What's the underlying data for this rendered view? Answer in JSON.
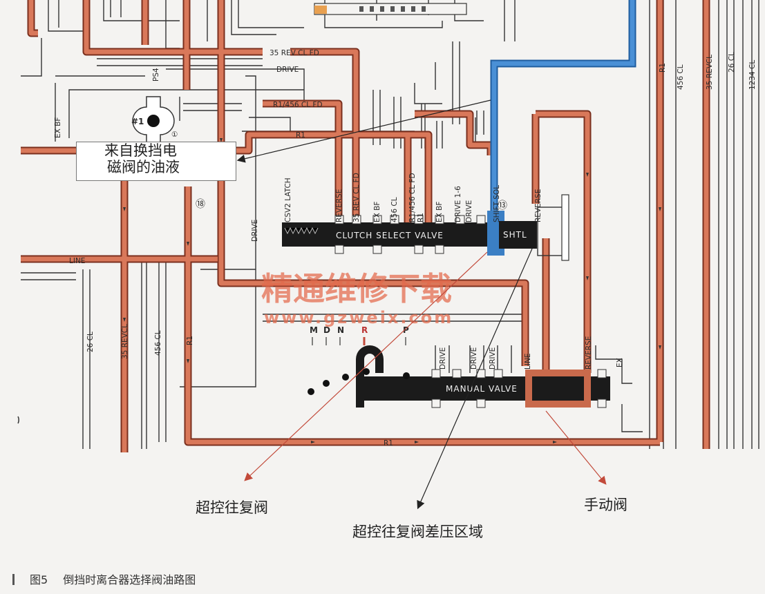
{
  "colors": {
    "pipe": "#c96a4c",
    "pipe_dark": "#7a2f1e",
    "blue": "#3b7fc4",
    "valve": "#1b1b1b",
    "wire": "#333333",
    "watermark": "#e46a4c",
    "leader_red": "#c24a3a",
    "leader_dark": "#222222"
  },
  "callout": {
    "line1": "来自换挡电",
    "line2": "磁阀的油液"
  },
  "top_labels": {
    "rev_cl_fd": "35 REV CL FD",
    "drive": "DRIVE",
    "r1_456": "R1/456 CL FD",
    "r1": "R1",
    "ps4": "PS4",
    "ex_bf": "EX BF",
    "check_ball": "#1",
    "ring_a": "①",
    "ring_b": "⑱"
  },
  "valve_ports": [
    "CSV2 LATCH",
    "REVERSE",
    "35 REV CL FD",
    "EX BF",
    "456 CL",
    "R1/456 CL FD",
    "R1",
    "EX BF",
    "DRIVE 1-6",
    "DRIVE",
    "SHIFT SOL",
    "REVERSE"
  ],
  "port_ring": "⑬",
  "clutch_valve": {
    "label": "CLUTCH SELECT VALVE",
    "shtl": "SHTL"
  },
  "manual_valve": {
    "label": "MANUAL VALVE",
    "positions": [
      "M",
      "D",
      "N",
      "R",
      "P"
    ],
    "ports": [
      "DRIVE",
      "DRIVE",
      "DRIVE",
      "LINE",
      "REVERSE",
      "EX"
    ]
  },
  "left_labels": {
    "line": "LINE",
    "drive": "DRIVE",
    "cl26": "26 CL",
    "rev35": "35 REVCL",
    "cl456": "456 CL",
    "r1": "R1",
    "r1_bottom": "R1"
  },
  "right_labels": [
    "R1",
    "456 CL",
    "35 REVCL",
    "26 CL",
    "1234 CL"
  ],
  "watermark": {
    "text": "精通维修下载",
    "url": "www.gzweix.com"
  },
  "annotations": {
    "override": "超控往复阀",
    "manual": "手动阀",
    "pressure": "超控往复阀差压区域"
  },
  "caption": {
    "fig": "图5",
    "title": "倒挡时离合器选择阀油路图"
  }
}
